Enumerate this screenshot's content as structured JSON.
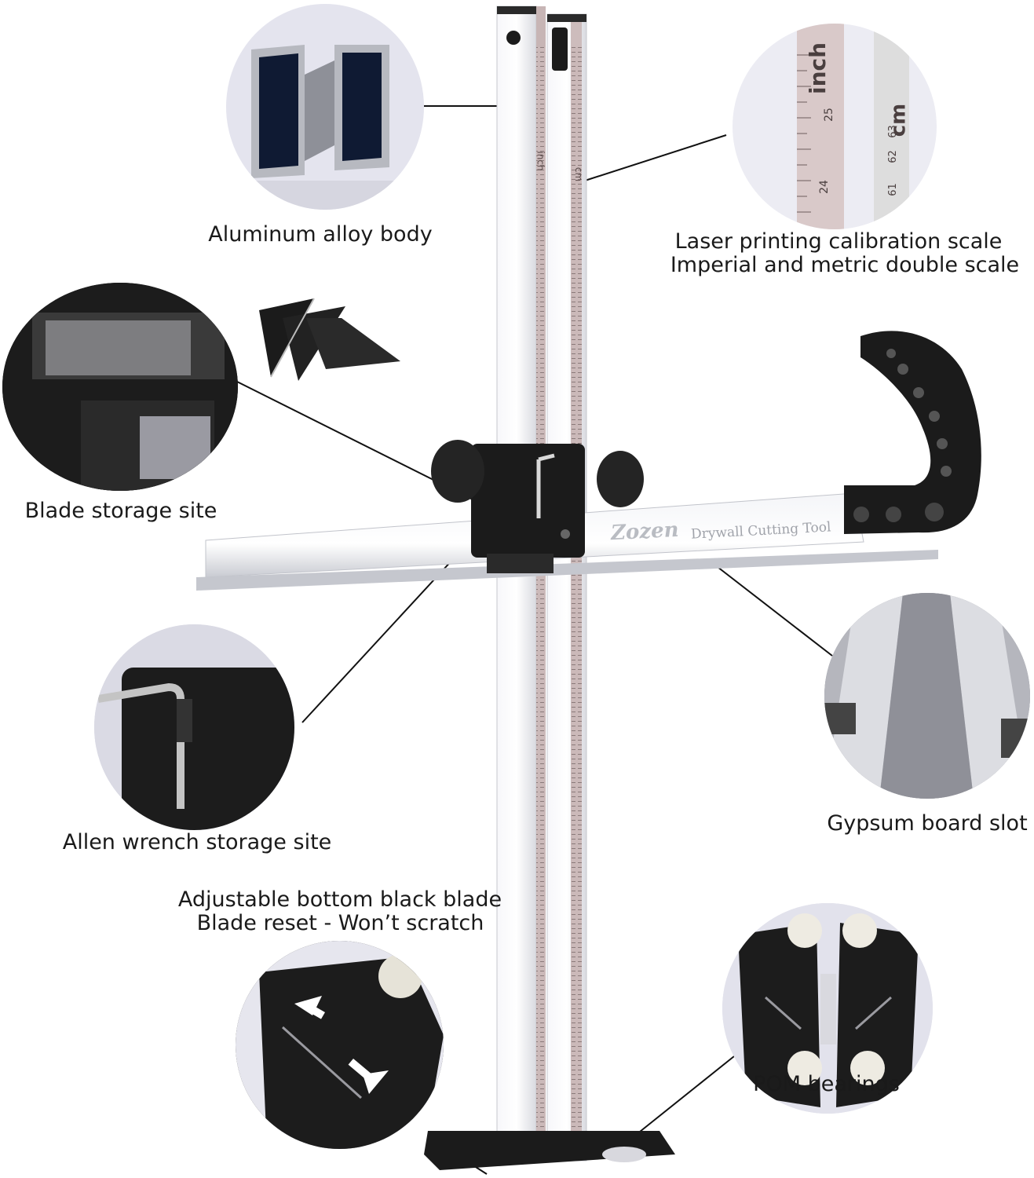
{
  "brand": {
    "logo": "Zozen",
    "product": "Drywall Cutting Tool"
  },
  "scale": {
    "imperial_unit": "inch",
    "metric_unit": "cm",
    "inch_label": "25",
    "inch_label_2": "24",
    "cm_labels": [
      "63",
      "62",
      "61"
    ]
  },
  "callouts": {
    "aluminum": "Aluminum alloy body",
    "laser_line1": "Laser printing calibration scale",
    "laser_line2": "Imperial and metric double scale",
    "blade_storage": "Blade storage site",
    "allen": "Allen wrench storage site",
    "gypsum": "Gypsum board slot",
    "adjustable_line1": "Adjustable bottom black blade",
    "adjustable_line2": "Blade reset - Won’t scratch",
    "pom": "POM bearings"
  },
  "colors": {
    "aluminum": "#e8e9ee",
    "ruler": "#c9b8b8",
    "black_parts": "#1b1b1b",
    "circle_bg": "#e9e8f2",
    "text": "#1a1a1a"
  }
}
